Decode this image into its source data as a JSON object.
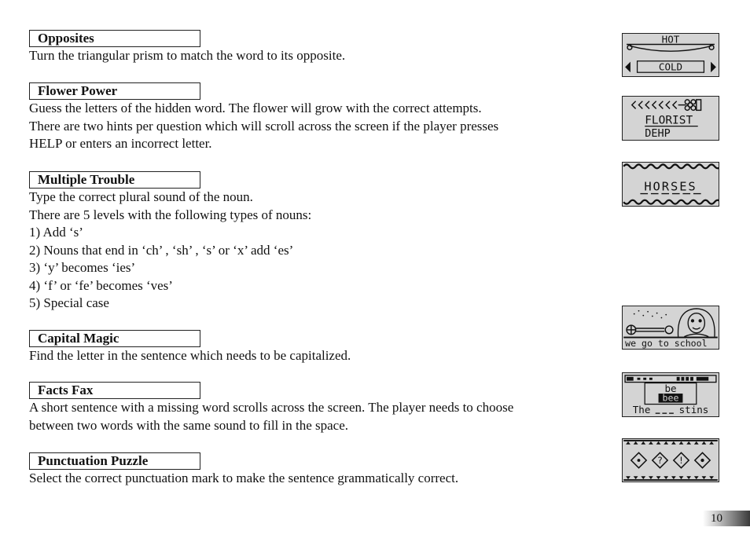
{
  "sections": [
    {
      "heading": "Opposites",
      "lines": [
        "Turn the triangular prism to match the word to its opposite."
      ]
    },
    {
      "heading": "Flower Power",
      "lines": [
        "Guess the letters of the hidden word. The flower will grow with the correct attempts.",
        "There are two hints per question which will scroll across the screen if the player presses",
        "HELP or enters an incorrect letter."
      ]
    },
    {
      "heading": "Multiple Trouble",
      "lines": [
        "Type the correct plural sound of the noun.",
        "There are 5 levels with the following types of nouns:",
        "1)  Add ‘s’",
        "2)  Nouns that end in ‘ch’ , ‘sh’ , ‘s’ or ‘x’ add ‘es’",
        "3)  ‘y’ becomes ‘ies’",
        "4)  ‘f’ or ‘fe’ becomes ‘ves’",
        "5)  Special case"
      ]
    },
    {
      "heading": "Capital Magic",
      "lines": [
        "Find the letter in the sentence which needs to be capitalized."
      ]
    },
    {
      "heading": "Facts Fax",
      "lines": [
        "A short sentence with a missing word scrolls across the screen. The player needs to choose",
        "between two words with the same sound to fill in the space."
      ]
    },
    {
      "heading": "Punctuation Puzzle",
      "lines": [
        "Select the correct punctuation mark to make the sentence grammatically correct."
      ]
    }
  ],
  "screens": {
    "opposites": {
      "top_word": "HOT",
      "bottom_word": "COLD"
    },
    "flower_power": {
      "word": "FLORIST",
      "hint": "DEHP"
    },
    "multiple_trouble": {
      "word": "HORSES"
    },
    "capital_magic": {
      "sentence": "we go to school"
    },
    "facts_fax": {
      "choice_1": "be",
      "choice_2": "bee",
      "sentence_start": "The",
      "sentence_end": "stins"
    }
  },
  "page_number": "10"
}
